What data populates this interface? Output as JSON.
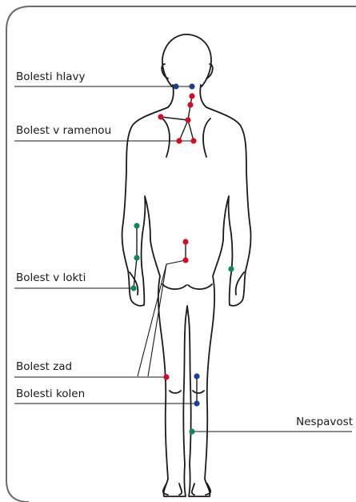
{
  "labels": {
    "headache": "Bolesti hlavy",
    "shoulder": "Bolest v ramenou",
    "elbow": "Bolest v lokti",
    "back": "Bolest zad",
    "knee": "Bolesti kolen",
    "insomnia": "Nespavost"
  },
  "colors": {
    "red": "#c8102e",
    "blue": "#1f3f8a",
    "green": "#17835a",
    "outline": "#1a1a1a",
    "frame": "#6b6b6b"
  }
}
